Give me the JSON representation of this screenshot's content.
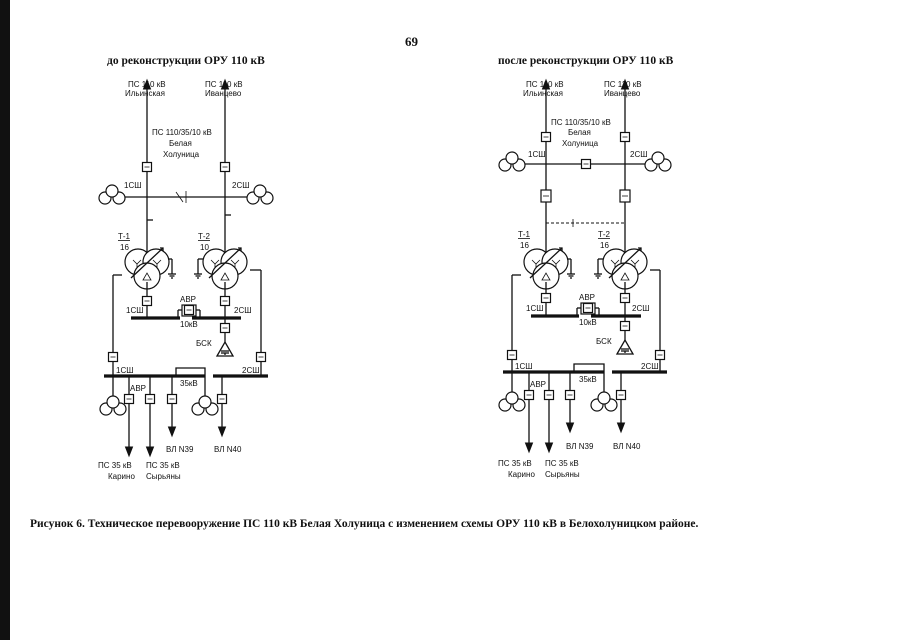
{
  "page_number": "69",
  "caption": "Рисунок 6. Техническое перевооружение ПС 110 кВ Белая Холуница с изменением схемы ОРУ 110 кВ в Белохолуницком районе.",
  "diagrams": [
    {
      "title": "до реконструкции ОРУ 110 кВ",
      "labels": {
        "feeder_left_1": "ПС 110 кВ",
        "feeder_left_2": "Ильинская",
        "feeder_right_1": "ПС 110 кВ",
        "feeder_right_2": "Иванцево",
        "sub_1": "ПС 110/35/10 кВ",
        "sub_2": "Белая",
        "sub_3": "Холуница",
        "sec1": "1СШ",
        "sec2": "2СШ",
        "t1_name": "Т-1",
        "t1_val": "16",
        "t2_name": "Т-2",
        "t2_val": "10",
        "avr10": "АВР",
        "v10": "10кВ",
        "lv_sec1": "1СШ",
        "lv_sec2": "2СШ",
        "bsk": "БСК",
        "mv_sec1": "1СШ",
        "mv_sec2": "2СШ",
        "avr35": "АВР",
        "v35": "35кВ",
        "vl39": "ВЛ N39",
        "vl40": "ВЛ N40",
        "karino_1": "ПС 35 кВ",
        "karino_2": "Карино",
        "syr_1": "ПС 35 кВ",
        "syr_2": "Сырьяны"
      }
    },
    {
      "title": "после реконструкции ОРУ 110 кВ",
      "labels": {
        "feeder_left_1": "ПС 110 кВ",
        "feeder_left_2": "Ильинская",
        "feeder_right_1": "ПС 110 кВ",
        "feeder_right_2": "Иванцево",
        "sub_1": "ПС 110/35/10 кВ",
        "sub_2": "Белая",
        "sub_3": "Холуница",
        "sec1": "1СШ",
        "sec2": "2СШ",
        "t1_name": "Т-1",
        "t1_val": "16",
        "t2_name": "Т-2",
        "t2_val": "16",
        "avr10": "АВР",
        "v10": "10кВ",
        "lv_sec1": "1СШ",
        "lv_sec2": "2СШ",
        "bsk": "БСК",
        "mv_sec1": "1СШ",
        "mv_sec2": "2СШ",
        "avr35": "АВР",
        "v35": "35кВ",
        "vl39": "ВЛ N39",
        "vl40": "ВЛ N40",
        "karino_1": "ПС 35 кВ",
        "karino_2": "Карино",
        "syr_1": "ПС 35 кВ",
        "syr_2": "Сырьяны"
      }
    }
  ]
}
